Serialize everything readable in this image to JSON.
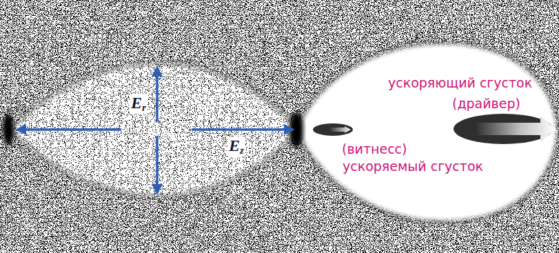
{
  "diagram": {
    "labels": [
      "Er",
      "ускоряющий сгусток",
      "(драйвер)",
      "Ez",
      "(витнесс)",
      "ускоряемый сгусток"
    ]
  }
}
